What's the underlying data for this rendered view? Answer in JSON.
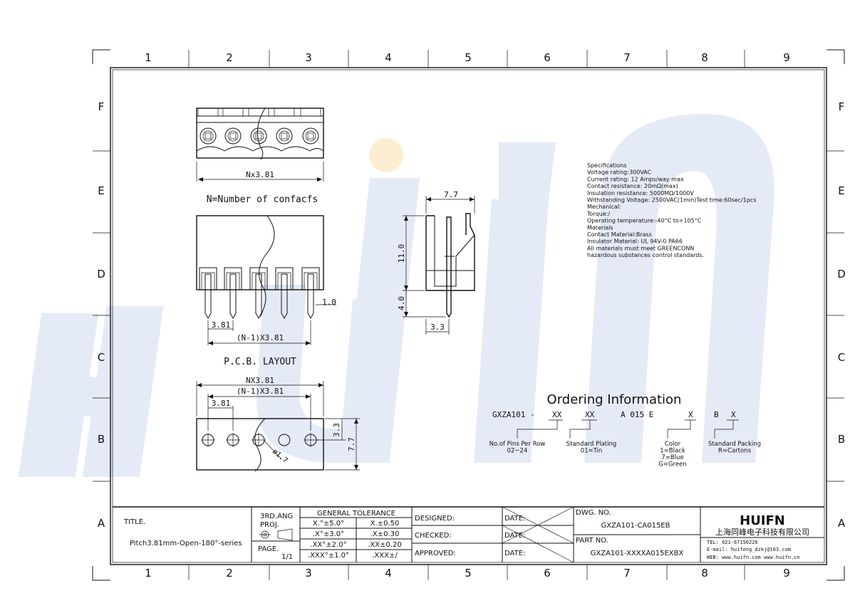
{
  "grid": {
    "columns": [
      "1",
      "2",
      "3",
      "4",
      "5",
      "6",
      "7",
      "8",
      "9"
    ],
    "rows": [
      "F",
      "E",
      "D",
      "C",
      "B",
      "A"
    ]
  },
  "watermark": {
    "text": "HUIFN",
    "color": "#3b5bbd",
    "dot_color": "#f6a623"
  },
  "top_view": {
    "dimension": "Nx3.81",
    "caption": "N=Number of confacfs"
  },
  "front_view": {
    "pitch": "3.81",
    "pin_span": "(N-1)X3.81",
    "pin_width": "1.0",
    "caption": "P.C.B. LAYOUT"
  },
  "side_view": {
    "width": "7.7",
    "height": "11.0",
    "pin_length": "4.0",
    "pin_offset": "3.3"
  },
  "pcb_layout": {
    "overall": "NX3.81",
    "span": "(N-1)X3.81",
    "pitch": "3.81",
    "row_offset": "3.3",
    "height": "7.7",
    "hole": "ø1.7"
  },
  "specifications": [
    "Specifications",
    "Voltage rating:300VAC",
    "Current rating: 12 Amps/way max",
    "Contact resistance: 20mΩ(max)",
    "Insulation resistance: 5000MΩ/1000V",
    "Withstanding Voltage: 2500VAC(1min)Test time:60sec/1pcs",
    "Mechanical:",
    "Torque:/",
    "Operating temperature:-40°C to+105°C",
    "Materials",
    "Contact Material:Brass",
    "Insulator Material: UL 94V-0 PA66",
    "All materials must meet GREENCONN",
    "hazardous substances control standards."
  ],
  "ordering": {
    "title": "Ordering Information",
    "code": {
      "prefix": "GXZA101 -",
      "pins": "XX",
      "plating": "XX",
      "series": "A 015 E",
      "color": "X",
      "pack_prefix": "B",
      "packing": "X"
    },
    "pins_label": [
      "No.of Pins Per Row",
      "02~24"
    ],
    "plating_label": [
      "Standard Plating",
      "01=Tin"
    ],
    "color_label": [
      "Color",
      "1=Black",
      "7=Blue",
      "G=Green"
    ],
    "packing_label": [
      "Standard Packing",
      "R=Cartons"
    ]
  },
  "title_block": {
    "title_label": "TITLE.",
    "title_value": "Pitch3.81mm-Open-180°-series",
    "proj": [
      "3RD.ANG",
      "PROJ."
    ],
    "page_label": "PAGE.",
    "page_value": "1/1",
    "tolerance_header": "GENERAL TOLERANCE",
    "tolerances": [
      [
        "X.°±5.0°",
        "X.±0.50"
      ],
      [
        ".X°±3.0°",
        ".X±0.30"
      ],
      [
        ".XX°±2.0°",
        ".XX±0.20"
      ],
      [
        ".XXX°±1.0°",
        ".XXX±/"
      ]
    ],
    "designed": "DESIGNED:",
    "checked": "CHECKED:",
    "approved": "APPROVED:",
    "date": "DATE:",
    "dwg_label": "DWG. NO.",
    "dwg_value": "GXZA101-CA015EB",
    "part_label": "PART NO.",
    "part_value": "GXZA101-XXXXA015EXBX",
    "company_logo": "HUIFN",
    "company_name": "上海同峰电子科技有限公司",
    "tel": "TEL: 021-67150226",
    "email": "E-mail: huifeng_dzkj@163.com",
    "web": "WEB: www.huifn.com  www.huifn.cn"
  }
}
